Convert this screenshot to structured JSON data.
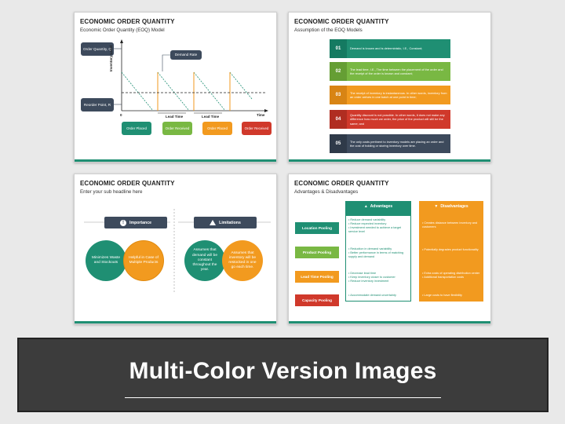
{
  "slide1": {
    "title": "ECONOMIC ORDER QUANTITY",
    "subtitle": "Economic Order Quantity (EOQ) Model",
    "order_qty_label": "Order Quantity, Q",
    "reorder_label": "Reorder Point, R",
    "demand_rate_label": "Demand Rate",
    "y_axis": "Inventory Level",
    "x_zero": "0",
    "x_time": "Time",
    "lead_time_1": "Lead Time",
    "lead_time_2": "Lead Time",
    "boxes": [
      "Order Placed",
      "Order Received",
      "Order Placed",
      "Order Received"
    ],
    "colors": [
      "#1f8f73",
      "#79b843",
      "#f29a1f",
      "#d0392b"
    ]
  },
  "slide2": {
    "title": "ECONOMIC ORDER QUANTITY",
    "subtitle": "Assumption of the EOQ Models",
    "rows": [
      {
        "num": "01",
        "text": "Demand is known and is deterministic, I.E., Constant;"
      },
      {
        "num": "02",
        "text": "The lead time, I.E., The time between the placement of the order and the receipt of the order is known and constant;"
      },
      {
        "num": "03",
        "text": "The receipt of inventory is instantaneous. In other words, inventory from an order arrives in one batch at one point in time;"
      },
      {
        "num": "04",
        "text": "Quantity discount is not possible. In other words, it does not make any difference how much we order, the price of the product will still be the same; and"
      },
      {
        "num": "05",
        "text": "The only costs pertinent to inventory models are placing an order and the cost of holding or storing inventory over time."
      }
    ],
    "colors": [
      "#1f8f73",
      "#79b843",
      "#f29a1f",
      "#d0392b",
      "#3d4a5c"
    ]
  },
  "slide3": {
    "title": "ECONOMIC ORDER QUANTITY",
    "subtitle": "Enter your sub headline here",
    "importance": "Importance",
    "limitations": "Limitations",
    "imp_left": "Minimizes Waste and Stockouts",
    "imp_right": "Helpful in Case of Multiple Products",
    "lim_left": "Assumes that demand will be constant throughout the year.",
    "lim_right": "Assumes that inventory will be restocked in one go each time."
  },
  "slide4": {
    "title": "ECONOMIC ORDER QUANTITY",
    "subtitle": "Advantages & Disadvantages",
    "adv_head": "Advantages",
    "dis_head": "Disadvantages",
    "pools": [
      "Location Pooling",
      "Product Pooling",
      "Lead Time Pooling",
      "Capacity Pooling"
    ],
    "pool_colors": [
      "#1f8f73",
      "#79b843",
      "#f29a1f",
      "#d0392b"
    ],
    "adv": [
      [
        "Reduce demand variability",
        "Reduce expected inventory",
        "Investment needed to achieve a target service level"
      ],
      [
        "Reduction in demand variability",
        "Better performance in terms of matching supply and demand"
      ],
      [
        "Decrease lead time",
        "Keep inventory closer to customer",
        "Reduce inventory investment"
      ],
      [
        "Accommodate demand uncertainty"
      ]
    ],
    "dis": [
      [
        "Creates distance between inventory and customers"
      ],
      [
        "Potentially degrades product functionality"
      ],
      [
        "Extra costs of operating distribution center",
        "Additional transportation costs"
      ],
      [
        "Large costs to have flexibility"
      ]
    ]
  },
  "banner": {
    "title": "Multi-Color Version Images"
  }
}
